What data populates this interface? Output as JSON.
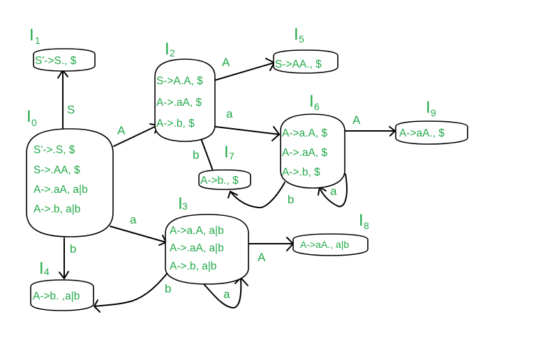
{
  "diagram": {
    "title": "LR(1) canonical collection of item sets",
    "text_color": "#22a94a",
    "line_color": "#000000",
    "states": [
      {
        "id": "I0",
        "name": "I",
        "subscript": "0",
        "items": [
          "S'->.S, $",
          "S->.AA, $",
          "A->.aA, a|b",
          "A->.b, a|b"
        ]
      },
      {
        "id": "I1",
        "name": "I",
        "subscript": "1",
        "items": [
          "S'->S., $"
        ]
      },
      {
        "id": "I2",
        "name": "I",
        "subscript": "2",
        "items": [
          "S->A.A, $",
          "A->.aA, $",
          "A->.b, $"
        ]
      },
      {
        "id": "I3",
        "name": "I",
        "subscript": "3",
        "items": [
          "A->a.A, a|b",
          "A->.aA, a|b",
          "A->.b, a|b"
        ]
      },
      {
        "id": "I4",
        "name": "I",
        "subscript": "4",
        "items": [
          "A->b. ,a|b"
        ]
      },
      {
        "id": "I5",
        "name": "I",
        "subscript": "5",
        "items": [
          "S->AA., $"
        ]
      },
      {
        "id": "I6",
        "name": "I",
        "subscript": "6",
        "items": [
          "A->a.A, $",
          "A->.aA, $",
          "A->.b, $"
        ]
      },
      {
        "id": "I7",
        "name": "I",
        "subscript": "7",
        "items": [
          "A->b., $"
        ]
      },
      {
        "id": "I8",
        "name": "I",
        "subscript": "8",
        "items": [
          "A->aA., a|b"
        ]
      },
      {
        "id": "I9",
        "name": "I",
        "subscript": "9",
        "items": [
          "A->aA., $"
        ]
      }
    ],
    "transitions": [
      {
        "from": "I0",
        "to": "I1",
        "symbol": "S"
      },
      {
        "from": "I0",
        "to": "I2",
        "symbol": "A"
      },
      {
        "from": "I0",
        "to": "I3",
        "symbol": "a"
      },
      {
        "from": "I0",
        "to": "I4",
        "symbol": "b"
      },
      {
        "from": "I2",
        "to": "I5",
        "symbol": "A"
      },
      {
        "from": "I2",
        "to": "I6",
        "symbol": "a"
      },
      {
        "from": "I2",
        "to": "I7",
        "symbol": "b"
      },
      {
        "from": "I3",
        "to": "I3",
        "symbol": "a"
      },
      {
        "from": "I3",
        "to": "I4",
        "symbol": "b"
      },
      {
        "from": "I3",
        "to": "I8",
        "symbol": "A"
      },
      {
        "from": "I6",
        "to": "I6",
        "symbol": "a"
      },
      {
        "from": "I6",
        "to": "I7",
        "symbol": "b"
      },
      {
        "from": "I6",
        "to": "I9",
        "symbol": "A"
      }
    ]
  }
}
